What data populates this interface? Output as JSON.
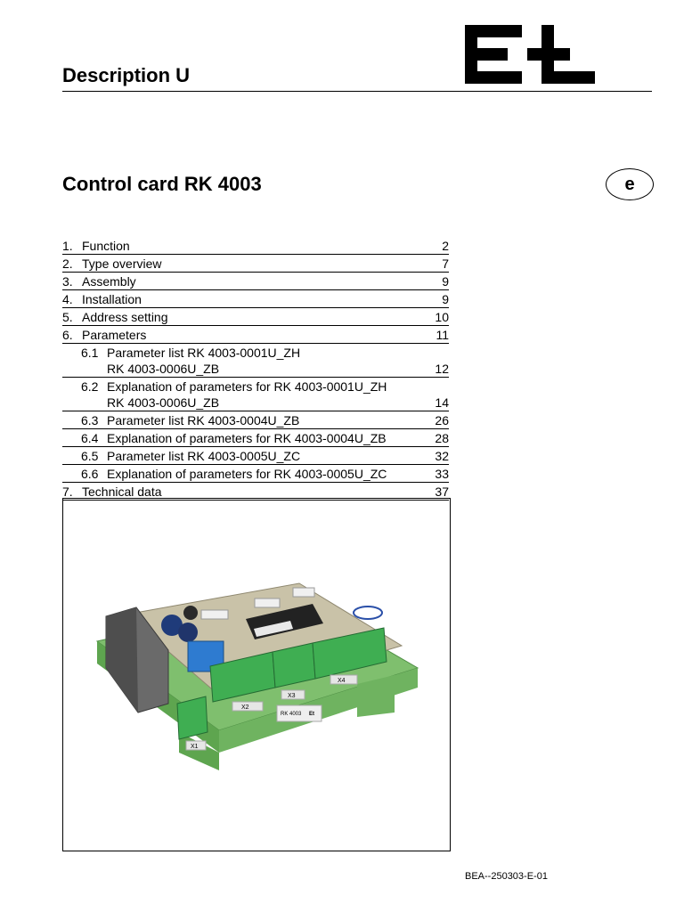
{
  "header": {
    "title": "Description U"
  },
  "document": {
    "title": "Control card RK 4003",
    "language_code": "e"
  },
  "toc": [
    {
      "num": "1.",
      "label": "Function",
      "label2": "",
      "page": "2",
      "sub": false
    },
    {
      "num": "2.",
      "label": "Type overview",
      "label2": "",
      "page": "7",
      "sub": false
    },
    {
      "num": "3.",
      "label": "Assembly",
      "label2": "",
      "page": "9",
      "sub": false
    },
    {
      "num": "4.",
      "label": "Installation",
      "label2": "",
      "page": "9",
      "sub": false
    },
    {
      "num": "5.",
      "label": "Address setting",
      "label2": "",
      "page": "10",
      "sub": false
    },
    {
      "num": "6.",
      "label": "Parameters",
      "label2": "",
      "page": "11",
      "sub": false
    },
    {
      "num": "6.1",
      "label": "Parameter list RK 4003-0001U_ZH",
      "label2": "RK 4003-0006U_ZB",
      "page": "12",
      "sub": true
    },
    {
      "num": "6.2",
      "label": "Explanation of parameters for RK 4003-0001U_ZH",
      "label2": "RK 4003-0006U_ZB",
      "page": "14",
      "sub": true
    },
    {
      "num": "6.3",
      "label": "Parameter list RK 4003-0004U_ZB",
      "label2": "",
      "page": "26",
      "sub": true
    },
    {
      "num": "6.4",
      "label": "Explanation of parameters for RK 4003-0004U_ZB",
      "label2": "",
      "page": "28",
      "sub": true
    },
    {
      "num": "6.5",
      "label": "Parameter list RK 4003-0005U_ZC",
      "label2": "",
      "page": "32",
      "sub": true
    },
    {
      "num": "6.6",
      "label": "Explanation of parameters for RK 4003-0005U_ZC",
      "label2": "",
      "page": "33",
      "sub": true
    },
    {
      "num": "7.",
      "label": "Technical data",
      "label2": "",
      "page": "37",
      "sub": false
    }
  ],
  "photo": {
    "terminal_labels": [
      "X1",
      "X2",
      "X3",
      "X4"
    ],
    "board_label": "RK 4003",
    "board_logo": "Et"
  },
  "footer": {
    "code": "BEA--250303-E-01"
  },
  "colors": {
    "board_green": "#7fbf6e",
    "terminal_green": "#3fae52",
    "pcb": "#c9c2a8"
  }
}
